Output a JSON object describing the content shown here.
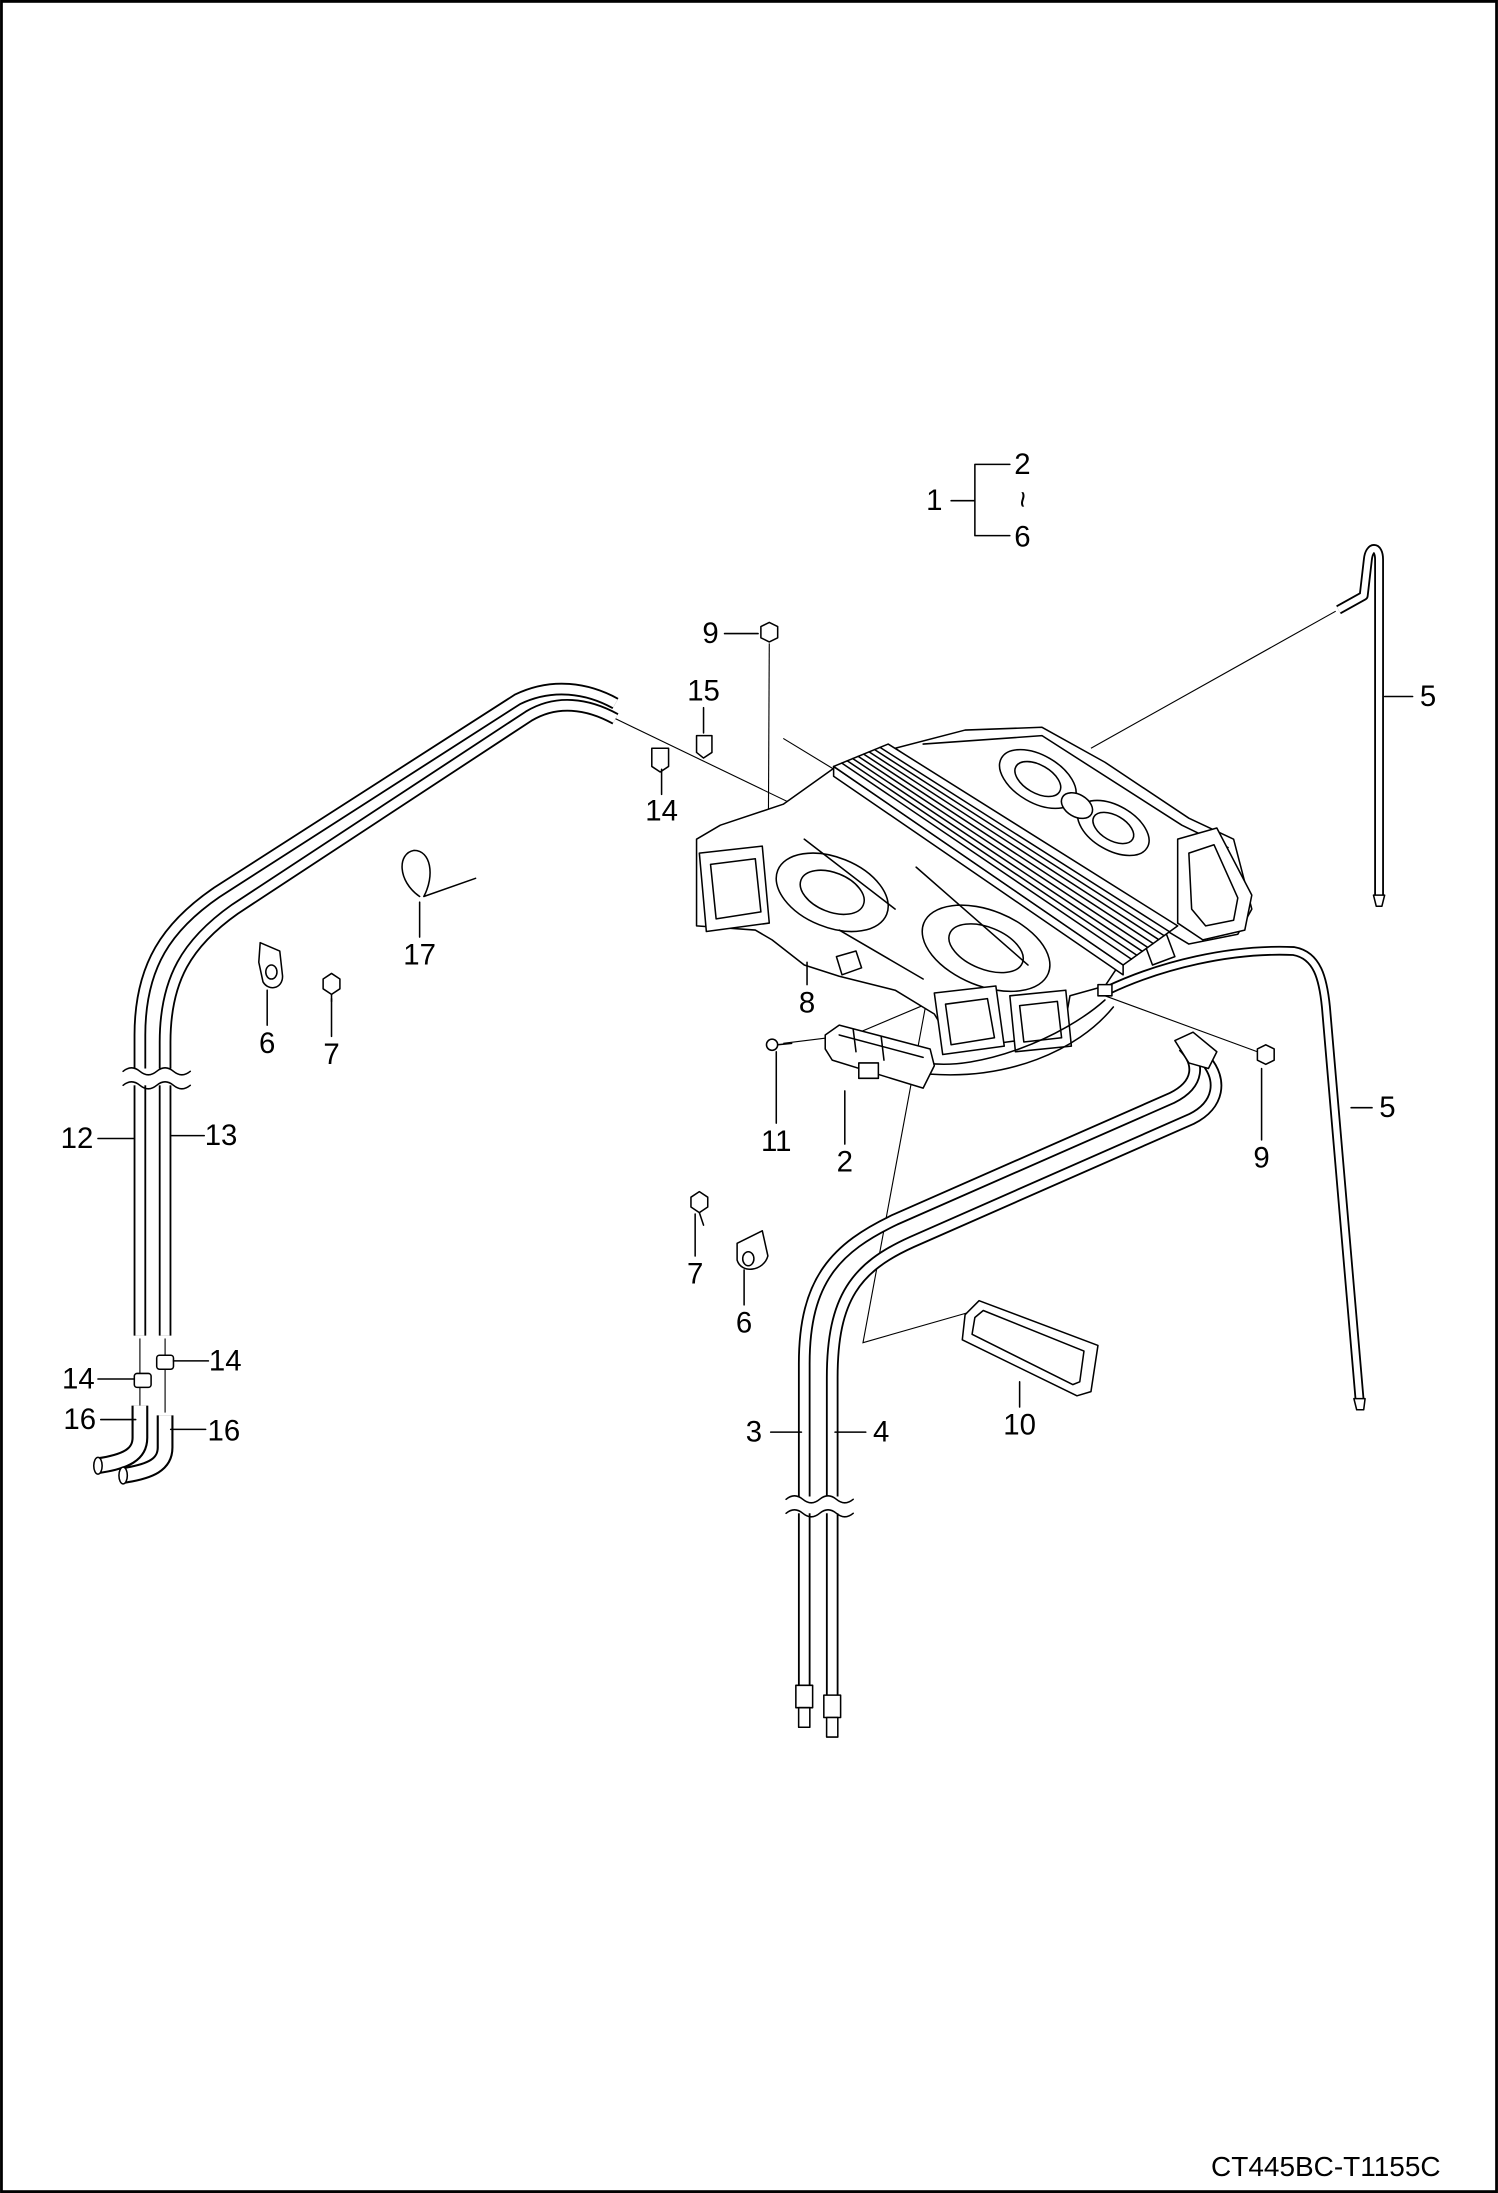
{
  "callouts": [
    {
      "label": "2"
    },
    {
      "label": "~"
    },
    {
      "label": "6"
    },
    {
      "label": "1"
    },
    {
      "label": "9"
    },
    {
      "label": "15"
    },
    {
      "label": "14"
    },
    {
      "label": "17"
    },
    {
      "label": "6"
    },
    {
      "label": "7"
    },
    {
      "label": "8"
    },
    {
      "label": "12"
    },
    {
      "label": "13"
    },
    {
      "label": "11"
    },
    {
      "label": "2"
    },
    {
      "label": "5"
    },
    {
      "label": "5"
    },
    {
      "label": "9"
    },
    {
      "label": "7"
    },
    {
      "label": "6"
    },
    {
      "label": "14"
    },
    {
      "label": "14"
    },
    {
      "label": "16"
    },
    {
      "label": "16"
    },
    {
      "label": "3"
    },
    {
      "label": "4"
    },
    {
      "label": "10"
    }
  ],
  "drawing_code": "CT445BC-T1155C"
}
